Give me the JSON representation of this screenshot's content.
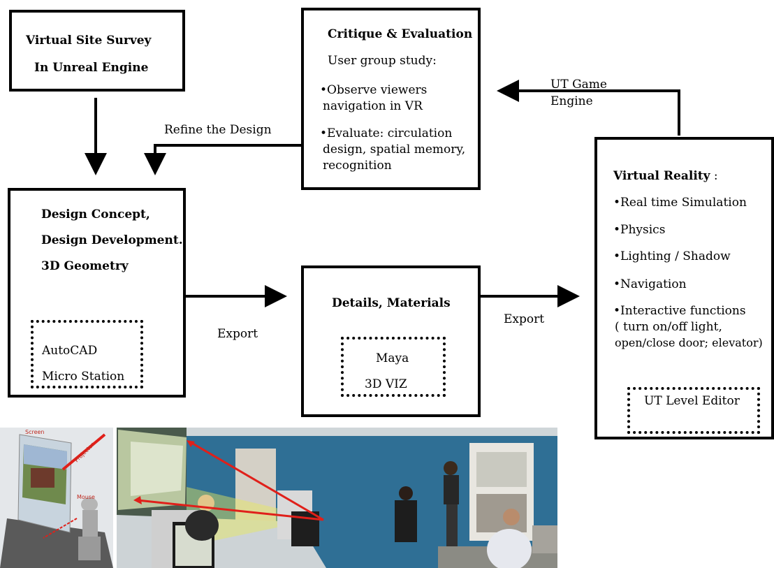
{
  "survey": {
    "line1": "Virtual Site Survey",
    "line2": "In Unreal Engine"
  },
  "critique": {
    "title": "Critique & Evaluation",
    "subtitle": "User group study:",
    "bullet1_l1": "•Observe viewers",
    "bullet1_l2": "navigation in VR",
    "bullet2_l1": "•Evaluate: circulation",
    "bullet2_l2": "design, spatial memory,",
    "bullet2_l3": "recognition"
  },
  "refine_label": "Refine the Design",
  "engine_label": {
    "line1": "UT Game",
    "line2": "Engine"
  },
  "design": {
    "line1": "Design Concept,",
    "line2": "Design Development.",
    "line3": "3D Geometry",
    "tool1": "AutoCAD",
    "tool2": "Micro Station"
  },
  "export1": "Export",
  "details": {
    "title": "Details, Materials",
    "tool1": "Maya",
    "tool2": "3D VIZ"
  },
  "export2": "Export",
  "vr": {
    "title": "Virtual Reality",
    "title_suffix": " :",
    "item1": "•Real time Simulation",
    "item2": "•Physics",
    "item3": "•Lighting / Shadow",
    "item4": "•Navigation",
    "item5_l1": "•Interactive functions",
    "item5_l2": "( turn on/off light,",
    "item5_l3": "open/close door; elevator)",
    "tool": "UT Level Editor"
  },
  "illustration": {
    "screen_label": "Screen",
    "projector_label": "Projector",
    "mouse_label": "Mouse"
  },
  "colors": {
    "wall_blue": "#2f6f95",
    "arrow_red": "#e0201a",
    "projection_yellow": "#e8e85a"
  }
}
